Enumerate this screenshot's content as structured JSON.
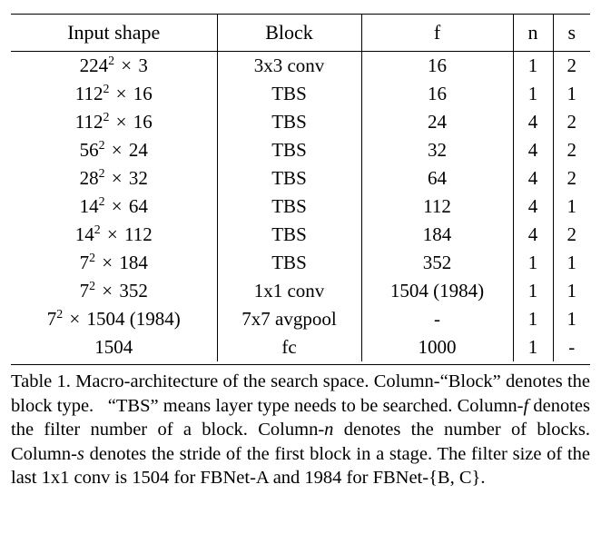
{
  "table": {
    "columns": [
      "Input shape",
      "Block",
      "f",
      "n",
      "s"
    ],
    "rows": [
      {
        "shape_base": "224",
        "shape_exp": "2",
        "shape_mult": "3",
        "block": "3x3 conv",
        "f": "16",
        "n": "1",
        "s": "2"
      },
      {
        "shape_base": "112",
        "shape_exp": "2",
        "shape_mult": "16",
        "block": "TBS",
        "f": "16",
        "n": "1",
        "s": "1"
      },
      {
        "shape_base": "112",
        "shape_exp": "2",
        "shape_mult": "16",
        "block": "TBS",
        "f": "24",
        "n": "4",
        "s": "2"
      },
      {
        "shape_base": "56",
        "shape_exp": "2",
        "shape_mult": "24",
        "block": "TBS",
        "f": "32",
        "n": "4",
        "s": "2"
      },
      {
        "shape_base": "28",
        "shape_exp": "2",
        "shape_mult": "32",
        "block": "TBS",
        "f": "64",
        "n": "4",
        "s": "2"
      },
      {
        "shape_base": "14",
        "shape_exp": "2",
        "shape_mult": "64",
        "block": "TBS",
        "f": "112",
        "n": "4",
        "s": "1"
      },
      {
        "shape_base": "14",
        "shape_exp": "2",
        "shape_mult": "112",
        "block": "TBS",
        "f": "184",
        "n": "4",
        "s": "2"
      },
      {
        "shape_base": "7",
        "shape_exp": "2",
        "shape_mult": "184",
        "block": "TBS",
        "f": "352",
        "n": "1",
        "s": "1"
      },
      {
        "shape_base": "7",
        "shape_exp": "2",
        "shape_mult": "352",
        "block": "1x1 conv",
        "f": "1504 (1984)",
        "n": "1",
        "s": "1"
      },
      {
        "shape_base": "7",
        "shape_exp": "2",
        "shape_mult": "1504 (1984)",
        "block": "7x7 avgpool",
        "f": "-",
        "n": "1",
        "s": "1"
      },
      {
        "shape_base": "1504",
        "shape_exp": "",
        "shape_mult": "",
        "block": "fc",
        "f": "1000",
        "n": "1",
        "s": "-"
      }
    ]
  },
  "caption": {
    "part1": "Table 1. Macro-architecture of the search space. Column-“Block” denotes the block type.",
    "part2": "“TBS” means layer type needs to be searched. Column-",
    "italic_f": "f",
    "part3": " denotes the filter number of a block. Column-",
    "italic_n": "n",
    "part4": " denotes the number of blocks. Column-",
    "italic_s": "s",
    "part5": " denotes the stride of the first block in a stage. The filter size of the last 1x1 conv is 1504 for FBNet-A and 1984 for FBNet-{B, C}."
  }
}
